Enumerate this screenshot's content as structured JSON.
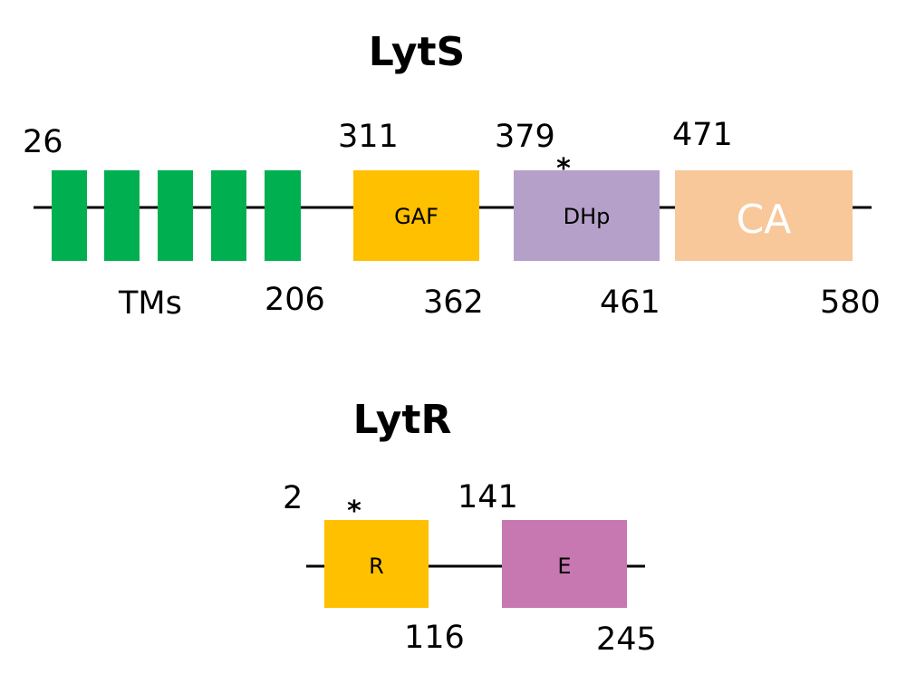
{
  "colors": {
    "tm": "#00b050",
    "gaf": "#ffc000",
    "dhp": "#b4a0c8",
    "ca": "#f8c89a",
    "ca_text": "#ffffff",
    "r": "#ffc000",
    "e": "#c878b0"
  },
  "lyts": {
    "title": "LytS",
    "tms_label": "TMs",
    "gaf_label": "GAF",
    "dhp_label": "DHp",
    "dhp_star": "*",
    "ca_label": "CA",
    "numbers": {
      "tm_start": "26",
      "tm_end": "206",
      "gaf_start": "311",
      "gaf_end": "362",
      "dhp_start": "379",
      "dhp_end": "461",
      "ca_start": "471",
      "ca_end": "580"
    }
  },
  "lytr": {
    "title": "LytR",
    "r_label": "R",
    "r_star": "*",
    "e_label": "E",
    "numbers": {
      "r_start": "2",
      "r_end": "116",
      "e_start": "141",
      "e_end": "245"
    }
  }
}
